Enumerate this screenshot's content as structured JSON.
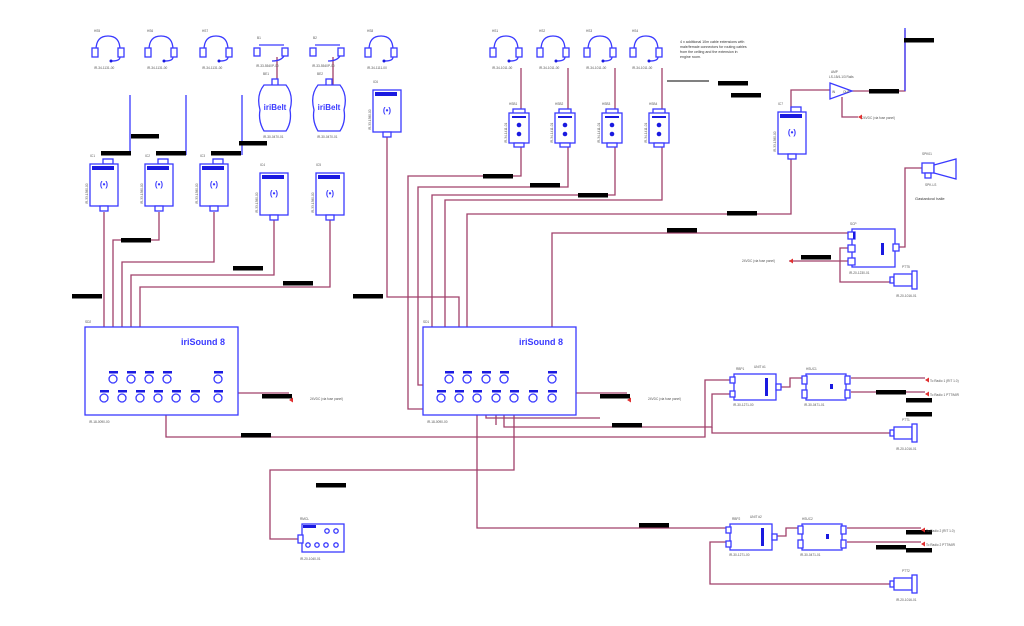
{
  "diagram": {
    "type": "audio wiring schematic",
    "note": "4 x additional 10m cable extensions with male/female connectors for routing cables from the ceiling and the extension in engine room.",
    "headsets_left": [
      {
        "id": "HS5",
        "part": "IR-34-1131-00"
      },
      {
        "id": "HS6",
        "part": "IR-34-1131-00"
      },
      {
        "id": "HS7",
        "part": "IR-34-1131-00"
      },
      {
        "id": "HS8",
        "part": "IR-34-1111-00"
      }
    ],
    "headphones_belt": [
      {
        "id": "B1",
        "part": "IR-33-5540P-00"
      },
      {
        "id": "B2",
        "part": "IR-33-5540P-00"
      }
    ],
    "belts": [
      {
        "id": "BE1",
        "label": "iriBelt",
        "part": "IR-30-0470-01"
      },
      {
        "id": "BE2",
        "label": "iriBelt",
        "part": "IR-30-0470-01"
      }
    ],
    "headsets_right": [
      {
        "id": "HS1",
        "part": "IR-34-1011-00"
      },
      {
        "id": "HS2",
        "part": "IR-34-1011-00"
      },
      {
        "id": "HS3",
        "part": "IR-34-1011-00"
      },
      {
        "id": "HS4",
        "part": "IR-34-1011-00"
      }
    ],
    "headset_boxes": [
      {
        "id": "HSB1",
        "part": "IR-34-1411-01"
      },
      {
        "id": "HSB2",
        "part": "IR-34-1411-01"
      },
      {
        "id": "HSB3",
        "part": "IR-34-1411-01"
      },
      {
        "id": "HSB4",
        "part": "IR-34-1411-01"
      }
    ],
    "transceivers": [
      {
        "id": "IC1",
        "part": "IR-33-1380-00",
        "symbol": "(•)"
      },
      {
        "id": "IC2",
        "part": "IR-33-1380-00",
        "symbol": "(•)"
      },
      {
        "id": "IC3",
        "part": "IR-33-1380-00",
        "symbol": "(•)"
      },
      {
        "id": "IC4",
        "part": "IR-33-1380-00",
        "symbol": "(•)"
      },
      {
        "id": "IC5",
        "part": "IR-33-1380-00",
        "symbol": "(•)"
      },
      {
        "id": "IC6",
        "part": "IR-33-1380-00",
        "symbol": "(•)"
      },
      {
        "id": "IC7",
        "part": "IR-33-1380-00",
        "symbol": "(•)"
      }
    ],
    "mixers": [
      {
        "id": "SD2",
        "title": "iriSound 8",
        "part": "IR-18-0090-00",
        "power": "24VDC (via fuse panel)"
      },
      {
        "id": "SD1",
        "title": "iriSound 8",
        "part": "IR-18-0090-00",
        "power": "24VDC (via fuse panel)"
      }
    ],
    "amplifier": {
      "id": "AMP",
      "part": "LS-15/4-1/3 Rails",
      "in": "IN",
      "out": "OUT",
      "power": "24VDC (via fuse panel)"
    },
    "loudspeaker": {
      "id": "SPK01",
      "part": "SPK-LS",
      "caption": "Gastankvol halle"
    },
    "interface": {
      "id": "SCP",
      "part": "IR-20-1230-01",
      "power": "24VDC (via fuse panel)"
    },
    "ptt": [
      {
        "id": "PTT5",
        "part": "IR-20-1016-01"
      },
      {
        "id": "PTT1",
        "part": "IR-20-1016-01"
      },
      {
        "id": "PTT2",
        "part": "IR-20-1016-01"
      }
    ],
    "units": [
      {
        "id": "RBP1",
        "title": "UNIT #1",
        "part": "IR-30-1271-00",
        "hub": "HSUC1",
        "hub_part": "IR-30-0471-01",
        "out1": "To Radio 1 (RIT 1.0)",
        "out2": "To Radio 1 PTT/MIR"
      },
      {
        "id": "RBP2",
        "title": "UNIT #2",
        "part": "IR-30-1271-00",
        "hub": "HSUC2",
        "hub_part": "IR-30-0471-01",
        "out1": "To Radio 2 (RIT 1.0)",
        "out2": "To Radio 2 PTT/MIR"
      }
    ],
    "control_panel": {
      "id": "RMCL",
      "part": "IR-20-1040-01"
    }
  }
}
